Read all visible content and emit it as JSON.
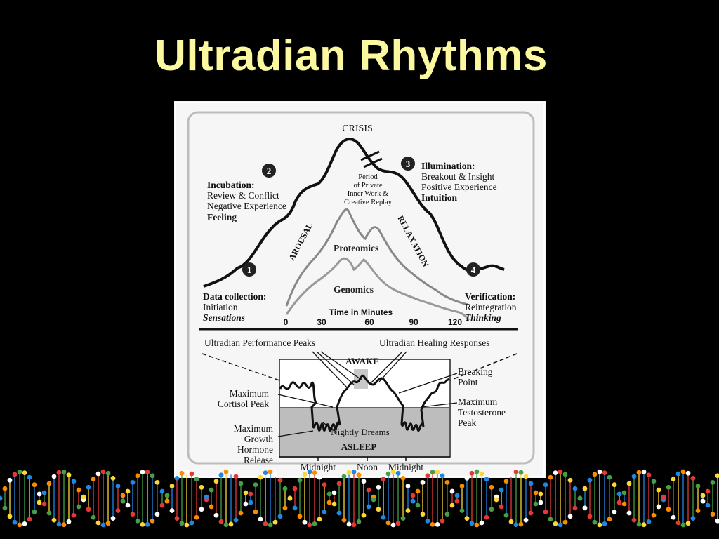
{
  "slide": {
    "title": "Ultradian Rhythms"
  },
  "top_diagram": {
    "crisis_label": "CRISIS",
    "private_work": [
      "Period",
      "of Private",
      "Inner Work &",
      "Creative Replay"
    ],
    "stages": [
      {
        "number": "1",
        "name": "Data collection:",
        "lines": [
          "Initiation"
        ],
        "mode": "Sensations"
      },
      {
        "number": "2",
        "name": "Incubation:",
        "lines": [
          "Review & Conflict",
          "Negative Experience"
        ],
        "mode": "Feeling"
      },
      {
        "number": "3",
        "name": "Illumination:",
        "lines": [
          "Breakout & Insight",
          "Positive Experience"
        ],
        "mode": "Intuition"
      },
      {
        "number": "4",
        "name": "Verification:",
        "lines": [
          "Reintegration"
        ],
        "mode": "Thinking"
      }
    ],
    "arousal_label": "AROUSAL",
    "relaxation_label": "RELAXATION",
    "proteomics_label": "Proteomics",
    "genomics_label": "Genomics",
    "time_axis": {
      "label": "Time in Minutes",
      "ticks": [
        "0",
        "30",
        "60",
        "90",
        "120"
      ]
    }
  },
  "bottom_diagram": {
    "performance_peaks": "Ultradian Performance Peaks",
    "healing_responses": "Ultradian Healing Responses",
    "awake": "AWAKE",
    "asleep": "ASLEEP",
    "nightly_dreams": "Nightly Dreams",
    "cortisol": [
      "Maximum",
      "Cortisol Peak"
    ],
    "growth_hormone": [
      "Maximum",
      "Growth",
      "Hormone",
      "Release"
    ],
    "breaking_point": [
      "Breaking",
      "Point"
    ],
    "testosterone": [
      "Maximum",
      "Testosterone",
      "Peak"
    ],
    "axis": [
      "Midnight",
      "Noon",
      "Midnight"
    ]
  },
  "colors": {
    "title": "#fbf8a0",
    "background": "#000000",
    "figure_bg": "#f6f6f6"
  }
}
